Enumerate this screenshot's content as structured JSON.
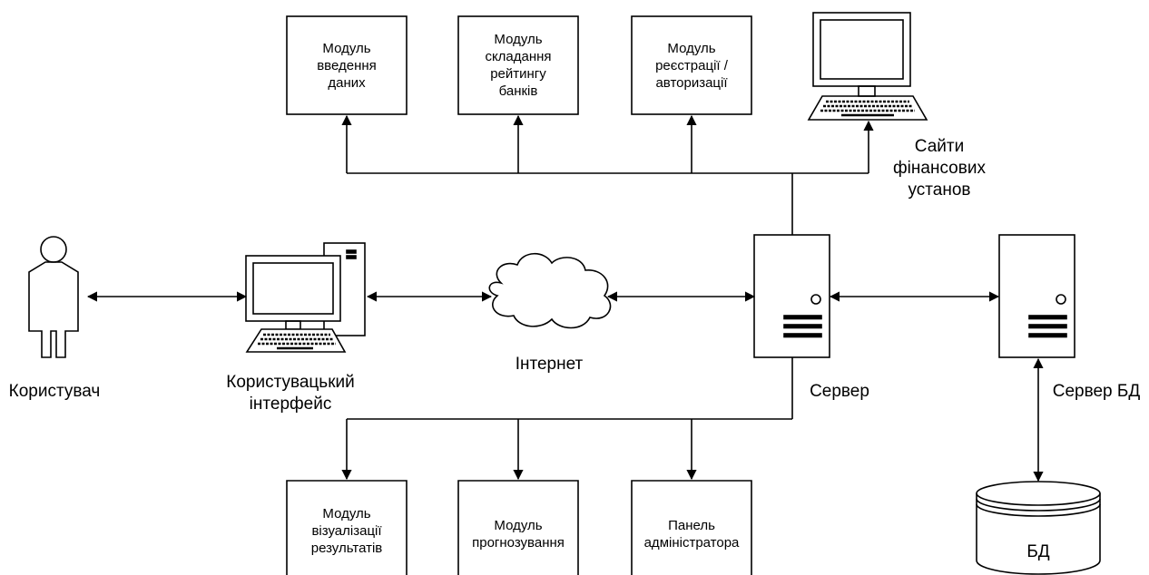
{
  "modules_top": {
    "data_input": "Модуль\nвведення\nданих",
    "bank_rating": "Модуль\nскладання\nрейтингу\nбанків",
    "auth": "Модуль\nреєстрації /\nавторизації"
  },
  "modules_bottom": {
    "visualization": "Модуль\nвізуалізації\nрезультатів",
    "forecasting": "Модуль\nпрогнозування",
    "admin_panel": "Панель\nадміністратора"
  },
  "nodes": {
    "user": "Користувач",
    "user_interface": "Користувацький\nінтерфейс",
    "internet": "Інтернет",
    "server": "Сервер",
    "db_server": "Сервер БД",
    "db": "БД",
    "finance_sites": "Сайти\nфінансових\nустанов"
  }
}
